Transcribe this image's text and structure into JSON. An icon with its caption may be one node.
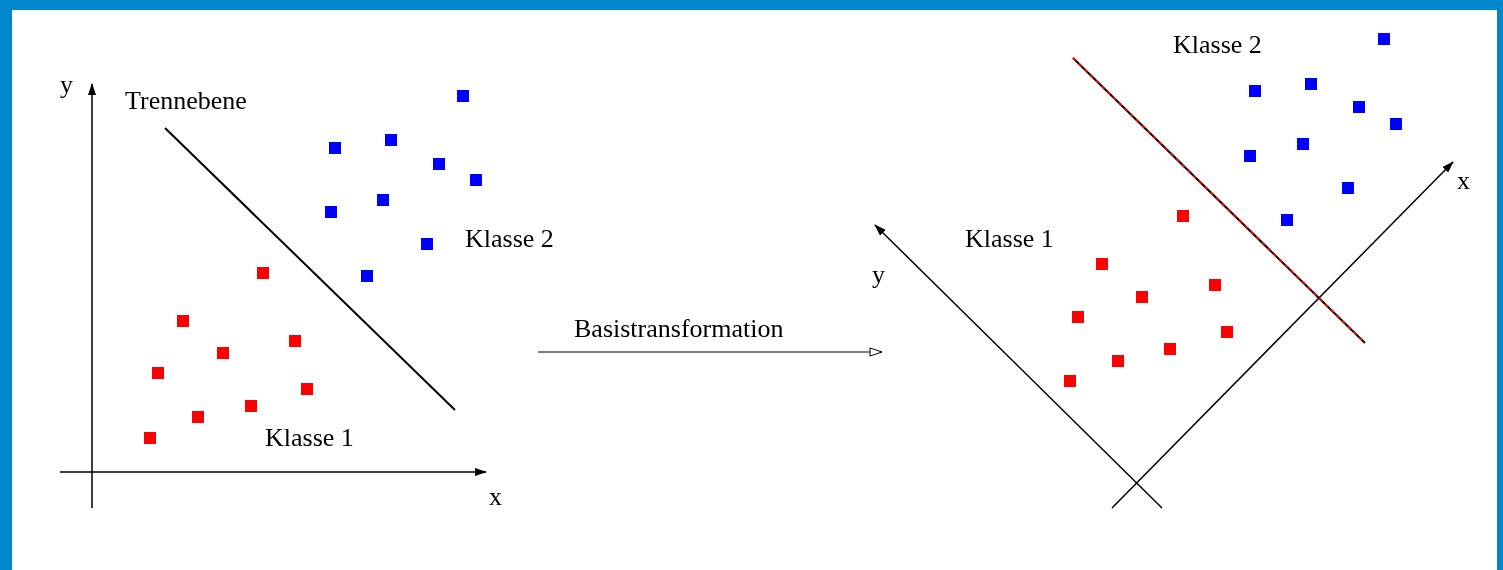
{
  "diagram": {
    "labels": [
      "y",
      "Trennebene",
      "Klasse 2",
      "Klasse 1",
      "x",
      "Basistransformation",
      "Klasse 2",
      "Klasse 1",
      "y",
      "x"
    ]
  }
}
